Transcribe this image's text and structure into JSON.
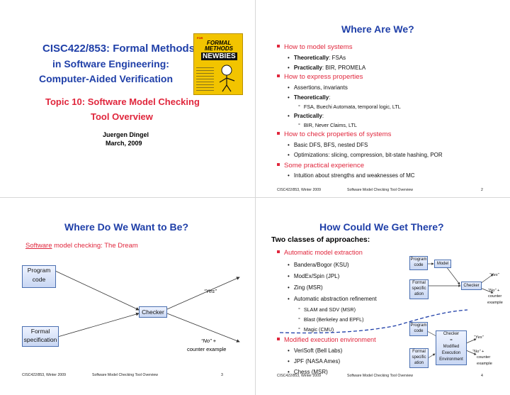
{
  "slide1": {
    "title_line1": "CISC422/853: Formal Methods",
    "title_line2": "in Software Engineering:",
    "title_line3": "Computer-Aided Verification",
    "topic_line1": "Topic 10: Software Model Checking",
    "topic_line2": "Tool Overview",
    "author": "Juergen Dingel",
    "date": "March, 2009",
    "book_text_1": "FORMAL",
    "book_text_2": "METHODS",
    "book_text_3": "NEWBIES",
    "book_text_top": "FOR",
    "book_color": "#f2c400"
  },
  "slide2": {
    "title": "Where Are We?",
    "items": [
      {
        "text": "How to model systems",
        "level": 1
      },
      {
        "bold": "Theoretically",
        "text": ": FSAs",
        "level": 2
      },
      {
        "bold": "Practically",
        "text": ": BIR, PROMELA",
        "level": 2
      },
      {
        "text": "How to express properties",
        "level": 1
      },
      {
        "text": "Assertions, invariants",
        "level": 2
      },
      {
        "bold": "Theoretically",
        "text": ":",
        "level": 2
      },
      {
        "text": "FSA, Buechi Automata, temporal logic, LTL",
        "level": 3
      },
      {
        "bold": "Practically",
        "text": ":",
        "level": 2
      },
      {
        "text": "BIR, Never Claims, LTL",
        "level": 3
      },
      {
        "text": "How to check properties of systems",
        "level": 1
      },
      {
        "text": "Basic DFS, BFS, nested DFS",
        "level": 2
      },
      {
        "text": "Optimizations: slicing, compression, bit-state hashing, POR",
        "level": 2
      },
      {
        "text": "Some practical experience",
        "level": 1
      },
      {
        "text": "Intuition about strengths and weaknesses of MC",
        "level": 2
      }
    ],
    "footer_left": "CISC422/853, Winter 2009",
    "footer_mid": "Software Model Checking Tool Overview",
    "footer_page": "2"
  },
  "slide3": {
    "title": "Where Do We Want to Be?",
    "subtitle_underlined": "Software",
    "subtitle_rest": " model checking: The Dream",
    "program_code": "Program\ncode",
    "formal_spec": "Formal\nspecification",
    "checker": "Checker",
    "yes": "“Yes”",
    "no": "“No” +",
    "counter_example": "counter example",
    "footer_left": "CISC422/853, Winter 2009",
    "footer_mid": "Software Model Checking Tool Overview",
    "footer_page": "3"
  },
  "slide4": {
    "title": "How Could We Get There?",
    "heading": "Two classes of approaches:",
    "section1": "Automatic model extraction",
    "items1": [
      "Bandera/Bogor (KSU)",
      "ModEx/Spin (JPL)",
      "Zing (MSR)",
      "Automatic abstraction refinement"
    ],
    "subitems1": [
      "SLAM and SDV (MSR)",
      "Blast (Berkeley and EPFL)",
      "Magic (CMU)"
    ],
    "section2": "Modified execution environment",
    "items2": [
      "VeriSoft (Bell Labs)",
      "JPF (NASA Ames)",
      "Chess (MSR)"
    ],
    "diagram1": {
      "program_code": "Program\ncode",
      "model": "Model",
      "formal_spec": "Formal\nspecific\nation",
      "checker": "Checker",
      "yes": "“Yes”",
      "no": "“No” +",
      "counter": "counter",
      "example": "example"
    },
    "diagram2": {
      "program_code": "Program\ncode",
      "checker": "Checker\n=\nModified\nExecution\nEnvironment",
      "formal_spec": "Formal\nspecific\nation",
      "yes": "“Yes”",
      "no": "“No” +",
      "counter": "counter",
      "example": "example"
    },
    "footer_left": "CISC422/853, Winter 2009",
    "footer_mid": "Software Model Checking Tool Overview",
    "footer_page": "4"
  }
}
